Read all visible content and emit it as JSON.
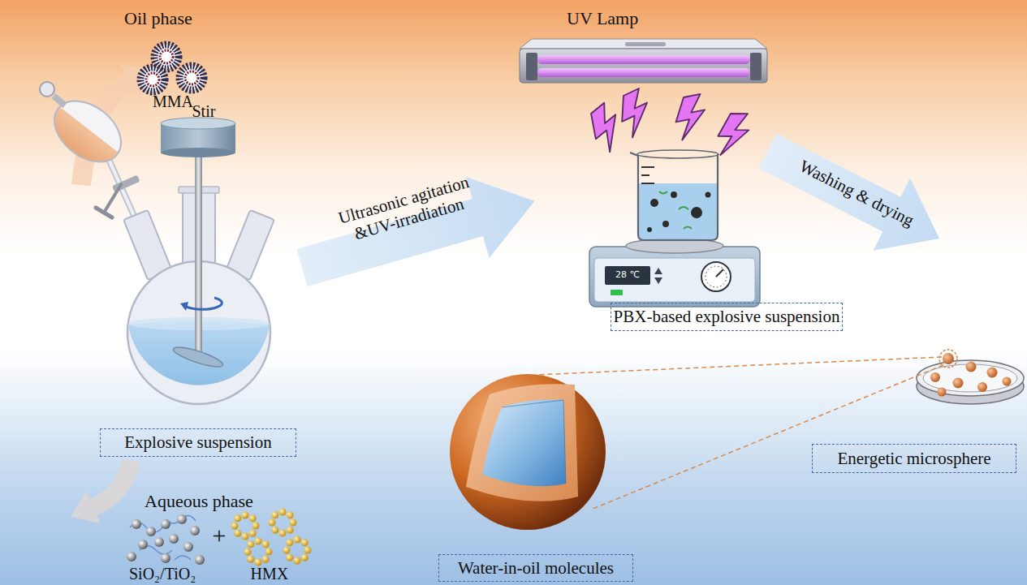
{
  "diagram": {
    "nodes": [
      {
        "text": [
          "Explosive suspension"
        ]
      },
      {
        "text": [
          "PBX-based explosive suspension"
        ]
      },
      {
        "text": [
          "Water-in-oil molecules"
        ]
      },
      {
        "text": [
          "Energetic microsphere"
        ]
      }
    ],
    "labels": [
      "Oil phase",
      "MMA",
      "Stir",
      "Aqueous phase",
      "SiO₂/TiO₂",
      "+",
      "HMX",
      "Ultrasonic agitation &UV-irradiation",
      "UV Lamp",
      "28 ℃",
      "Washing & drying"
    ]
  }
}
